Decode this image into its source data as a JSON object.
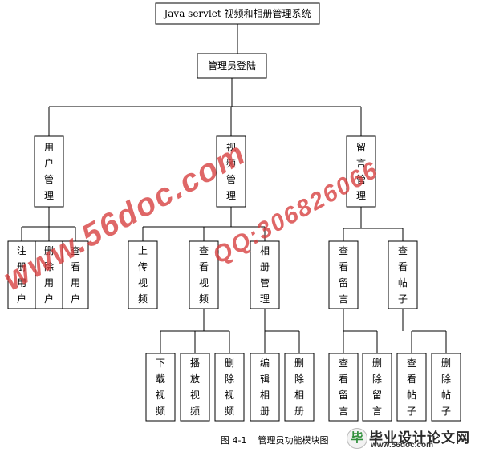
{
  "diagram": {
    "title": "Java servlet  视频和相册管理系统",
    "login": "管理员登陆",
    "modules": [
      {
        "label": "用户管理",
        "children": [
          "注册用户",
          "删除用户",
          "查看用户"
        ]
      },
      {
        "label": "视频管理",
        "children": [
          "上传视频",
          "查看视频",
          "相册管理"
        ]
      },
      {
        "label": "留言管理",
        "children": [
          "查看留言",
          "查看帖子"
        ]
      }
    ],
    "leaves": {
      "查看视频": [
        "下载视频",
        "播放视频",
        "删除视频"
      ],
      "相册管理": [
        "编辑相册",
        "删除相册"
      ],
      "查看留言": [
        "查看留言",
        "删除留言"
      ],
      "查看帖子": [
        "查看帖子",
        "删除帖子"
      ]
    }
  },
  "caption": {
    "figure": "图 4-1",
    "text": "管理员功能模块图"
  },
  "watermark": {
    "site": "www.56doc.com",
    "qq": "QQ:306826066",
    "color": "#d63c3c"
  },
  "logo": {
    "mark": "毕",
    "name": "毕业设计论文网",
    "url": "www.56doc.com"
  }
}
